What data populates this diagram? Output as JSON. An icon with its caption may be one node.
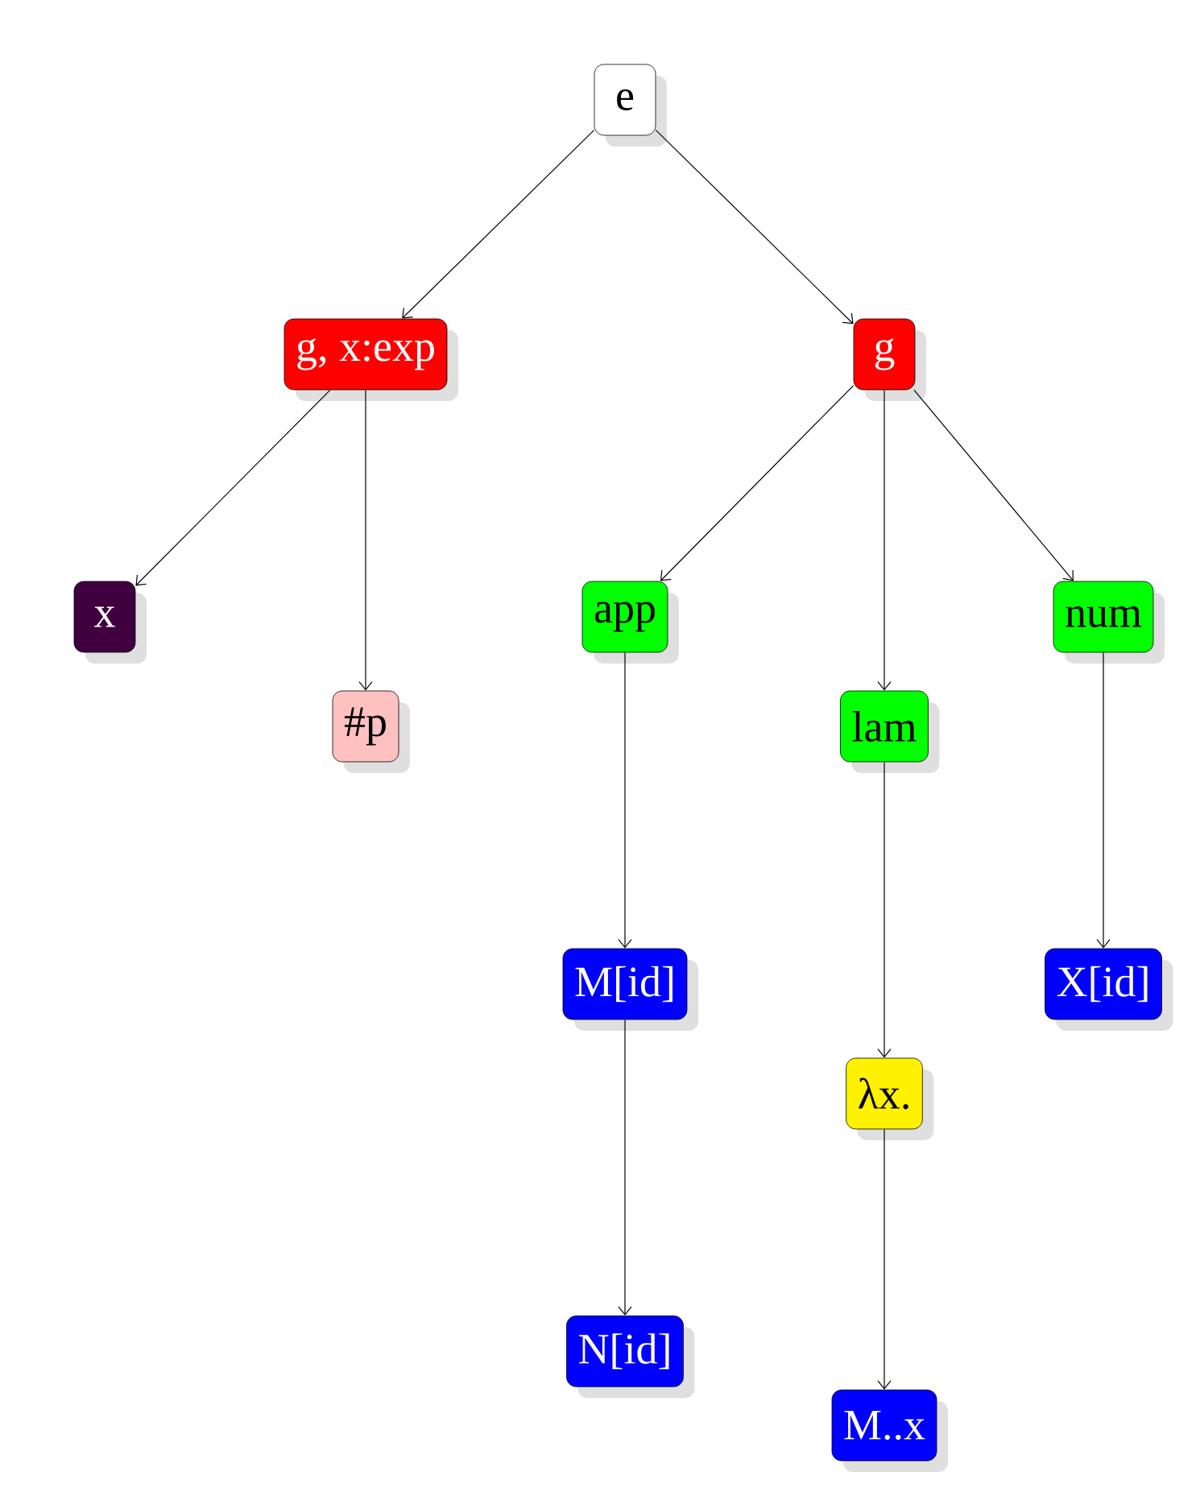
{
  "diagram": {
    "nodes": [
      {
        "text": [
          "e"
        ]
      },
      {
        "text": [
          "g, x:exp"
        ]
      },
      {
        "text": [
          "g"
        ]
      },
      {
        "text": [
          "x"
        ]
      },
      {
        "text": [
          "#p"
        ]
      },
      {
        "text": [
          "app"
        ]
      },
      {
        "text": [
          "lam"
        ]
      },
      {
        "text": [
          "num"
        ]
      },
      {
        "text": [
          "M[id]"
        ]
      },
      {
        "text": [
          "λx."
        ]
      },
      {
        "text": [
          "N[id]"
        ]
      },
      {
        "text": [
          "M..x"
        ]
      },
      {
        "text": [
          "X[id]"
        ]
      }
    ],
    "edges": [
      {
        "from": 0,
        "to": 1,
        "arrow": "to"
      },
      {
        "from": 0,
        "to": 2,
        "arrow": "to"
      },
      {
        "from": 1,
        "to": 3,
        "arrow": "to"
      },
      {
        "from": 1,
        "to": 4,
        "arrow": "to"
      },
      {
        "from": 2,
        "to": 5,
        "arrow": "to"
      },
      {
        "from": 2,
        "to": 6,
        "arrow": "to"
      },
      {
        "from": 2,
        "to": 7,
        "arrow": "to"
      },
      {
        "from": 5,
        "to": 8,
        "arrow": "to"
      },
      {
        "from": 8,
        "to": 10,
        "arrow": "to"
      },
      {
        "from": 6,
        "to": 9,
        "arrow": "to"
      },
      {
        "from": 9,
        "to": 11,
        "arrow": "to"
      },
      {
        "from": 7,
        "to": 12,
        "arrow": "to"
      }
    ]
  }
}
